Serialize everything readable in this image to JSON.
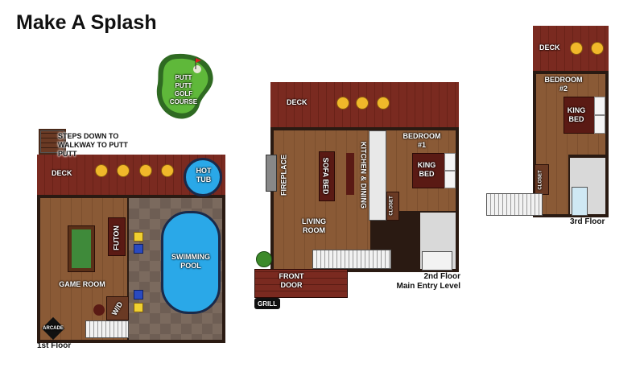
{
  "title": "Make A Splash",
  "floors": {
    "first": "1st Floor",
    "second_line1": "2nd Floor",
    "second_line2": "Main Entry Level",
    "third": "3rd Floor"
  },
  "labels": {
    "putt_putt": [
      "PUTT",
      "PUTT",
      "GOLF",
      "COURSE"
    ],
    "steps_down_line1": "STEPS DOWN TO",
    "steps_down_line2": "WALKWAY TO PUTT PUTT",
    "deck": "DECK",
    "hot_tub_line1": "HOT",
    "hot_tub_line2": "TUB",
    "futon": "FUTON",
    "swimming_pool_line1": "SWIMMING",
    "swimming_pool_line2": "POOL",
    "game_room": "GAME ROOM",
    "wd": "W/D",
    "arcade": "ARCADE",
    "fireplace": "FIREPLACE",
    "sofa_bed": "SOFA BED",
    "kitchen_dining": "KITCHEN & DINING",
    "bedroom1_line1": "BEDROOM",
    "bedroom1_line2": "#1",
    "king_bed_line1": "KING",
    "king_bed_line2": "BED",
    "closet": "CLOSET",
    "living_line1": "LIVING",
    "living_line2": "ROOM",
    "front_door_line1": "FRONT",
    "front_door_line2": "DOOR",
    "grill": "GRILL",
    "bedroom2_line1": "BEDROOM",
    "bedroom2_line2": "#2"
  },
  "colors": {
    "deck": "#7a2a20",
    "floor_wood": "#8a5a36",
    "pool": "#2aa8e8",
    "green": "#3d8a2a",
    "chair": "#f0b82a"
  }
}
